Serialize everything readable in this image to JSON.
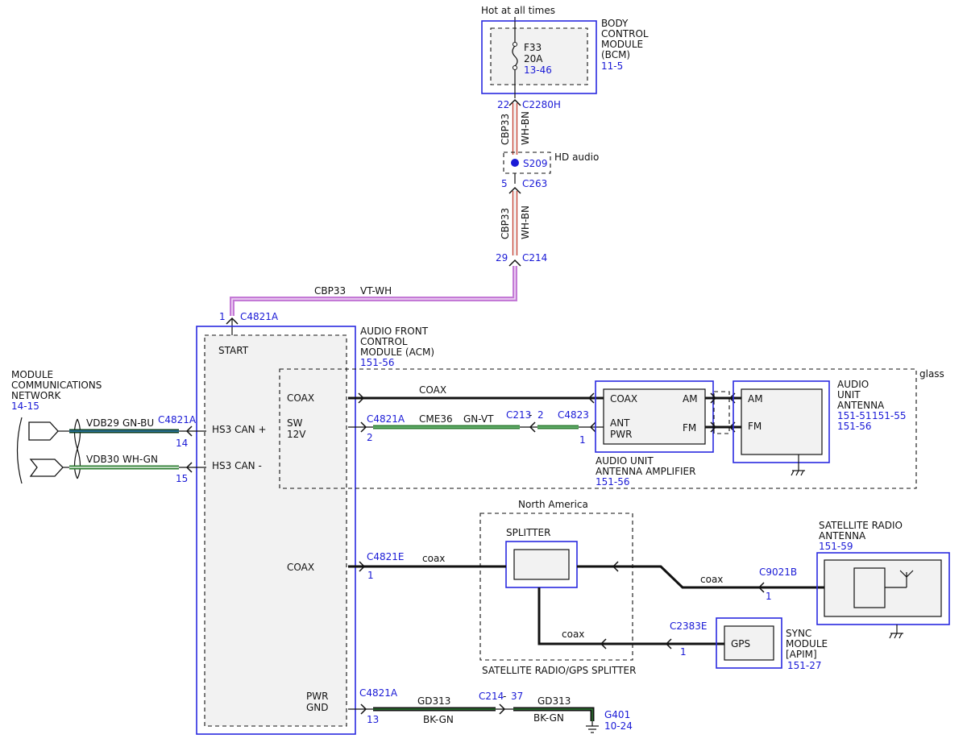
{
  "colors": {
    "ref_blue": "#1a1ad6",
    "box_blue": "#2a2ae0",
    "wire_green": "#2e7d32",
    "wire_dark_green": "#0b3d20",
    "wire_violet": "#c47ad6",
    "wire_red": "#c0392b",
    "module_fill": "#f2f2f2"
  },
  "power": {
    "hot_label": "Hot at all times"
  },
  "bcm": {
    "title_lines": [
      "BODY",
      "CONTROL",
      "MODULE",
      "(BCM)"
    ],
    "ref": "11-5",
    "fuse_name": "F33",
    "fuse_rating": "20A",
    "fuse_ref": "13-46",
    "pin": "22",
    "connector": "C2280H"
  },
  "upper_wire": {
    "circuit": "CBP33",
    "color": "WH-BN"
  },
  "splice": {
    "name": "S209",
    "label": "HD audio",
    "pin": "5",
    "connector": "C263"
  },
  "lower_wire": {
    "circuit": "CBP33",
    "color": "WH-BN",
    "pin": "29",
    "connector": "C214"
  },
  "vt_wire": {
    "circuit": "CBP33",
    "color": "VT-WH"
  },
  "acm": {
    "title_lines": [
      "AUDIO FRONT",
      "CONTROL",
      "MODULE (ACM)"
    ],
    "ref": "151-56",
    "start_pin": "1",
    "start_connector": "C4821A",
    "start_label": "START",
    "hs3_plus": "HS3 CAN +",
    "hs3_minus": "HS3 CAN -",
    "coax_upper": "COAX",
    "sw_lines": [
      "SW",
      "12V"
    ],
    "coax_lower": "COAX",
    "pwr_lines": [
      "PWR",
      "GND"
    ]
  },
  "network": {
    "title_lines": [
      "MODULE",
      "COMMUNICATIONS",
      "NETWORK"
    ],
    "ref": "14-15",
    "can_plus": {
      "circuit": "VDB29",
      "color": "GN-BU",
      "connector": "C4821A",
      "pin": "14"
    },
    "can_minus": {
      "circuit": "VDB30",
      "color": "WH-GN",
      "pin": "15"
    }
  },
  "glass": {
    "label": "glass",
    "coax_label": "COAX",
    "sw_wire": {
      "connector": "C4821A",
      "pin": "2",
      "circuit": "CME36",
      "color": "GN-VT",
      "inline_connector": "C213",
      "inline_sep": "-",
      "inline_pin": "2",
      "amp_connector": "C4823",
      "amp_pin": "1"
    }
  },
  "amplifier": {
    "coax": "COAX",
    "am": "AM",
    "ant_pwr_lines": [
      "ANT",
      "PWR"
    ],
    "fm": "FM",
    "title_lines": [
      "AUDIO UNIT",
      "ANTENNA AMPLIFIER"
    ],
    "ref": "151-56"
  },
  "antenna": {
    "am": "AM",
    "fm": "FM",
    "title_lines": [
      "AUDIO",
      "UNIT",
      "ANTENNA"
    ],
    "ref1": "151-51",
    "ref2": "151-55",
    "ref3": "151-56"
  },
  "splitter": {
    "region_label": "North America",
    "name": "SPLITTER",
    "caption": "SATELLITE RADIO/GPS SPLITTER",
    "acm_connector": "C4821E",
    "acm_pin": "1",
    "coax_to_acm": "coax",
    "coax_to_sat": "coax",
    "coax_to_gps": "coax"
  },
  "satellite": {
    "title_lines": [
      "SATELLITE RADIO",
      "ANTENNA"
    ],
    "ref": "151-59",
    "connector": "C9021B",
    "pin": "1"
  },
  "sync": {
    "box_label": "GPS",
    "title_lines": [
      "SYNC",
      "MODULE",
      "[APIM]"
    ],
    "ref": "151-27",
    "connector": "C2383E",
    "pin": "1"
  },
  "ground": {
    "connector": "C4821A",
    "pin": "13",
    "circuit1": "GD313",
    "color1": "BK-GN",
    "inline_connector": "C214",
    "inline_sep": "-",
    "inline_pin": "37",
    "circuit2": "GD313",
    "color2": "BK-GN",
    "ground_name": "G401",
    "ground_ref": "10-24"
  }
}
